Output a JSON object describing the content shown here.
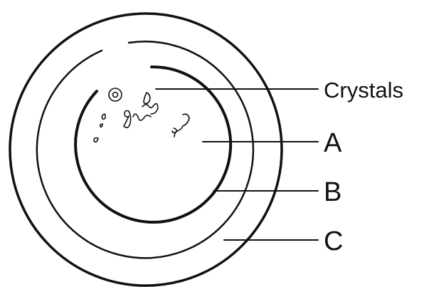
{
  "labels": {
    "crystals": "Crystals",
    "a": "A",
    "b": "B",
    "c": "C"
  },
  "colors": {
    "ink": "#111111",
    "background": "#ffffff"
  }
}
